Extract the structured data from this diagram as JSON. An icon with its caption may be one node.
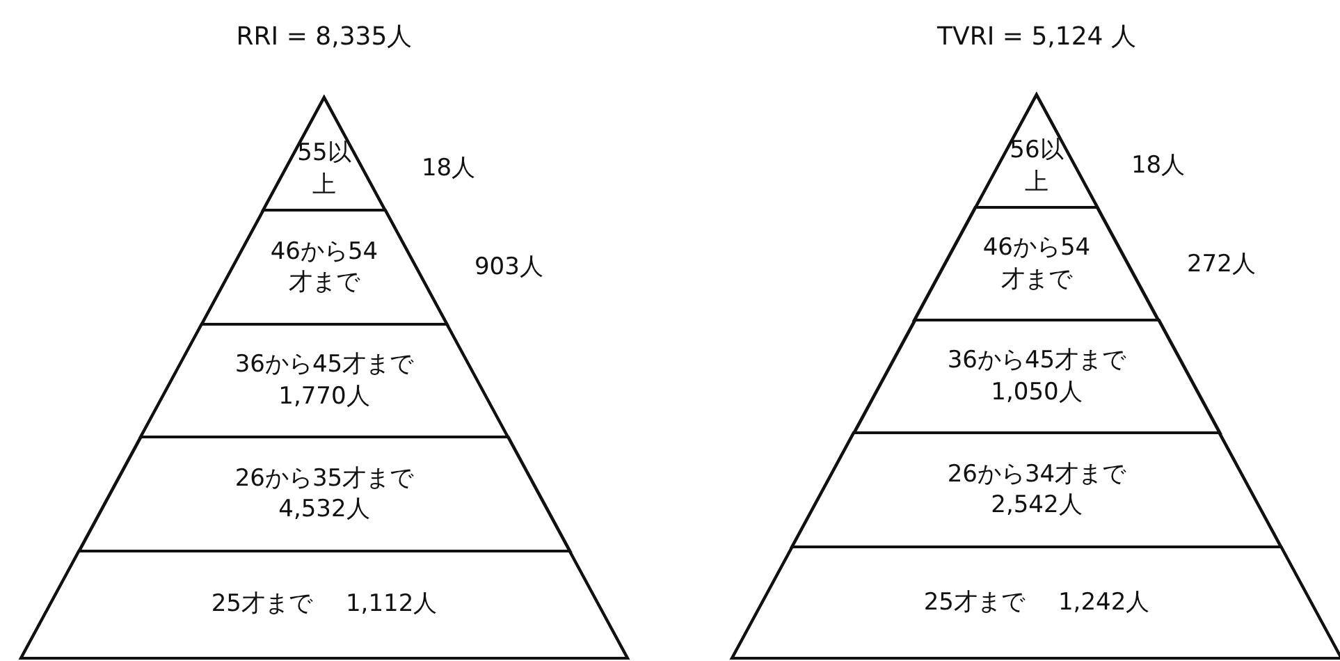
{
  "diagram": {
    "nodes": [
      {
        "text": [
          "RRI = 8,335人"
        ]
      },
      {
        "text": [
          "55以上"
        ],
        "in": 0,
        "beside": [
          "18人"
        ]
      },
      {
        "text": [
          "46から54才まで"
        ],
        "in": 0,
        "beside": [
          "903人"
        ]
      },
      {
        "text": [
          "36から45才まで",
          "1,770人"
        ],
        "in": 0
      },
      {
        "text": [
          "26から35才まで",
          "4,532人"
        ],
        "in": 0
      },
      {
        "text": [
          "25才まで",
          "1,112人"
        ],
        "in": 0
      },
      {
        "text": [
          "TVRI = 5,124 人"
        ]
      },
      {
        "text": [
          "56以上"
        ],
        "in": 6,
        "beside": [
          "18人"
        ]
      },
      {
        "text": [
          "46から54才まで"
        ],
        "in": 6,
        "beside": [
          "272人"
        ]
      },
      {
        "text": [
          "36から45才まで",
          "1,050人"
        ],
        "in": 6
      },
      {
        "text": [
          "26から34才まで",
          "2,542人"
        ],
        "in": 6
      },
      {
        "text": [
          "25才まで",
          "1,242人"
        ],
        "in": 6
      }
    ]
  }
}
